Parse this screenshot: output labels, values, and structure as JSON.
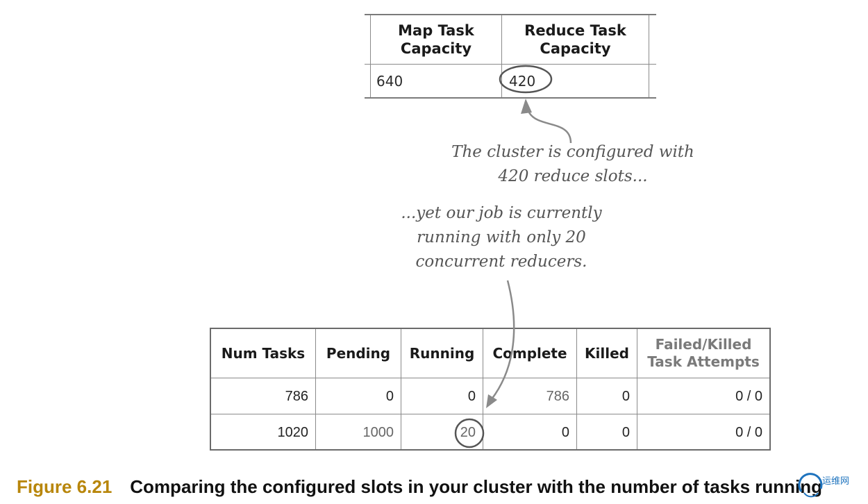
{
  "capacity_table": {
    "headers": [
      "Map Task\nCapacity",
      "Reduce Task\nCapacity"
    ],
    "values": [
      "640",
      "420"
    ]
  },
  "annotations": {
    "top_note": "The cluster is configured with\n420 reduce slots...",
    "middle_note": "...yet our job is currently\nrunning with only 20\nconcurrent reducers."
  },
  "tasks_table": {
    "headers": [
      "Num Tasks",
      "Pending",
      "Running",
      "Complete",
      "Killed",
      "Failed/Killed\nTask Attempts"
    ],
    "rows": [
      [
        "786",
        "0",
        "0",
        "786",
        "0",
        "0 / 0"
      ],
      [
        "1020",
        "1000",
        "20",
        "0",
        "0",
        "0 / 0"
      ]
    ]
  },
  "caption": {
    "figure_number": "Figure 6.21",
    "text": "Comparing the configured slots in your cluster with the number of tasks running"
  },
  "watermark": {
    "text": "运维网"
  },
  "colors": {
    "figure_number": "#b8860b",
    "annotation": "#555555",
    "watermark": "#1e73be"
  }
}
